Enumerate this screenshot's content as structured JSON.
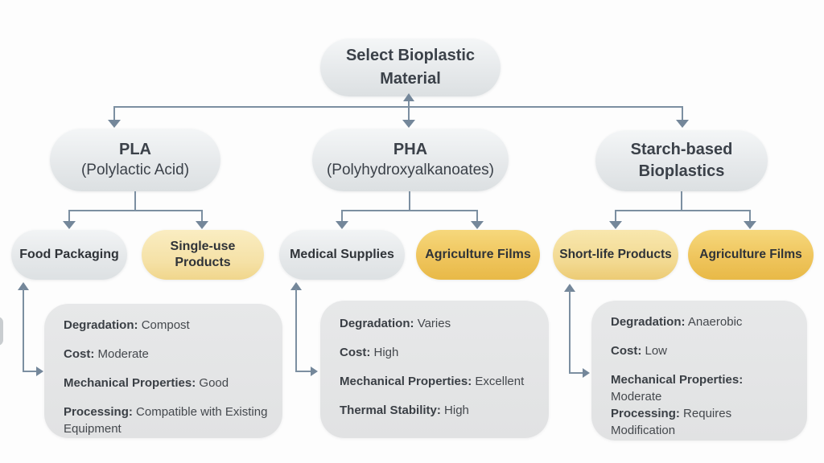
{
  "palette": {
    "background": "#FDFDFD",
    "node_gray": "#E4E7E9",
    "yellow_strong": "#EFC55D",
    "yellow_pale": "#F5E1A6",
    "yellow_medium": "#F2D991",
    "connector": "#7C8FA1",
    "text_dark": "#3B4149"
  },
  "root": {
    "label": "Select Bioplastic Material"
  },
  "branches": [
    {
      "title": "PLA",
      "subtitle": "(Polylactic Acid)",
      "applications": [
        {
          "label": "Food Packaging"
        },
        {
          "label": "Single-use Products"
        }
      ],
      "properties": [
        {
          "label": "Degradation:",
          "value": "Compost"
        },
        {
          "label": "Cost:",
          "value": "Moderate"
        },
        {
          "label": "Mechanical Properties:",
          "value": "Good"
        },
        {
          "label": "Processing:",
          "value": "Compatible with Existing Equipment"
        }
      ]
    },
    {
      "title": "PHA",
      "subtitle": "(Polyhydroxyalkanoates)",
      "applications": [
        {
          "label": "Medical Supplies"
        },
        {
          "label": "Agriculture Films"
        }
      ],
      "properties": [
        {
          "label": "Degradation:",
          "value": "Varies"
        },
        {
          "label": "Cost:",
          "value": "High"
        },
        {
          "label": "Mechanical Properties:",
          "value": "Excellent"
        },
        {
          "label": "Thermal Stability:",
          "value": "High"
        }
      ]
    },
    {
      "title": "Starch-based Bioplastics",
      "subtitle": "",
      "applications": [
        {
          "label": "Short-life Products"
        },
        {
          "label": "Agriculture Films"
        }
      ],
      "properties": [
        {
          "label": "Degradation:",
          "value": "Anaerobic"
        },
        {
          "label": "Cost:",
          "value": "Low"
        },
        {
          "label": "Mechanical Properties:",
          "value": "Moderate"
        },
        {
          "label": "Processing:",
          "value": "Requires Modification"
        }
      ]
    }
  ]
}
